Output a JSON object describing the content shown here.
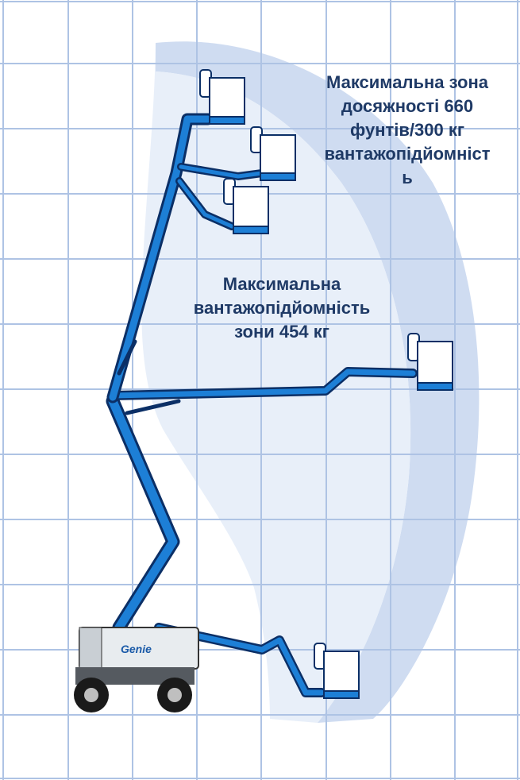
{
  "labels": {
    "outer_zone": [
      "Максимальна зона",
      "досяжності 660",
      "фунтів/300 кг",
      "вантажопідйомніст",
      "ь"
    ],
    "inner_zone": [
      "Максимальна",
      "вантажопідйомність",
      "зони 454 кг"
    ]
  },
  "brand": {
    "name": "Genie"
  },
  "colors": {
    "background": "#ffffff",
    "grid_line": "#aec3e4",
    "outer_zone": "#c7d6ee",
    "inner_zone": "#e6edf8",
    "machine": "#1d7fd6",
    "machine_outline": "#0b2f66",
    "label_text": "#1f3a66"
  }
}
